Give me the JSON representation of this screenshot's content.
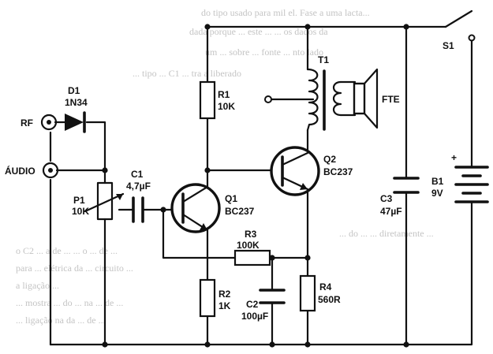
{
  "background_text": [
    "do tipo usado para mil   el. Fase a uma lacta...",
    "dada porque ... este ...  ... os dados da",
    "um ... sobre  ... fonte ...  nto lado",
    "... tipo ... C1 ...  tra a liberado",
    "... do ...  ... diretamente ...",
    "o C2 ... a de ...  ... o ... de ...",
    "para ... elétrica da ... circuito ...",
    "a ligação ...",
    "... mostra ... do ... na ... de ...",
    "... ligação na da ... de ..."
  ],
  "components": {
    "rf": {
      "name": "RF"
    },
    "audio": {
      "name": "ÁUDIO"
    },
    "d1": {
      "ref": "D1",
      "value": "1N34"
    },
    "p1": {
      "ref": "P1",
      "value": "10K"
    },
    "c1": {
      "ref": "C1",
      "value": "4,7µF"
    },
    "q1": {
      "ref": "Q1",
      "value": "BC237"
    },
    "q2": {
      "ref": "Q2",
      "value": "BC237"
    },
    "r1": {
      "ref": "R1",
      "value": "10K"
    },
    "r2": {
      "ref": "R2",
      "value": "1K"
    },
    "r3": {
      "ref": "R3",
      "value": "100K"
    },
    "r4": {
      "ref": "R4",
      "value": "560R"
    },
    "c2": {
      "ref": "C2",
      "value": "100µF"
    },
    "c3": {
      "ref": "C3",
      "value": "47µF"
    },
    "t1": {
      "ref": "T1"
    },
    "fte": {
      "name": "FTE"
    },
    "b1": {
      "ref": "B1",
      "value": "9V",
      "plus": "+"
    },
    "s1": {
      "ref": "S1"
    }
  }
}
